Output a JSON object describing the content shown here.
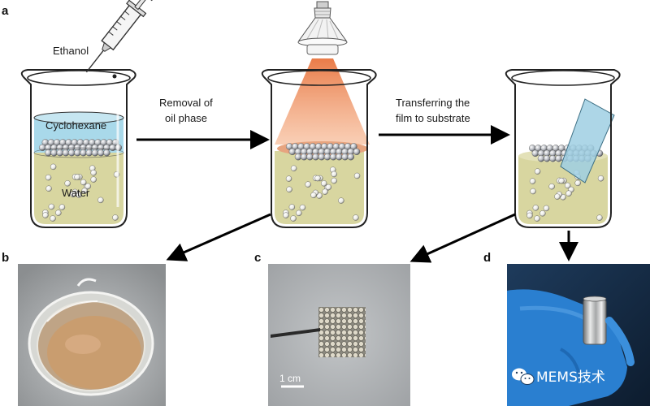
{
  "panels": {
    "a": "a",
    "b": "b",
    "c": "c",
    "d": "d"
  },
  "labels": {
    "ethanol": "Ethanol",
    "cyclohexane": "Cyclohexane",
    "water": "Water",
    "removal_line1": "Removal of",
    "removal_line2": "oil phase",
    "transfer_line1": "Transferring the",
    "transfer_line2": "film to substrate"
  },
  "scale_bar": "1 cm",
  "watermark": "MEMS技术",
  "colors": {
    "oil_blue": "#a9d9ea",
    "water_green": "#d8d6a0",
    "lamp_orange": "#f3a57d",
    "glove_blue": "#2a7fd0"
  },
  "icons": [
    "syringe-icon",
    "lamp-icon",
    "wechat-icon"
  ]
}
